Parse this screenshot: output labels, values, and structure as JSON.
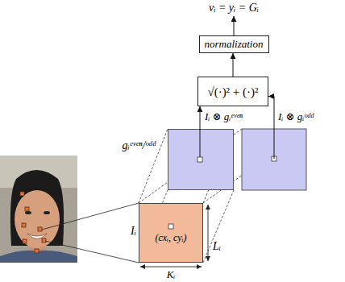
{
  "diagram": {
    "nodes": [
      {
        "text": [
          "normalization"
        ]
      },
      {
        "text": [
          "√(·)² + (·)²"
        ]
      },
      {
        "text": [
          "gᵢᵉᵛᵉⁿ/ᵒᵈᵈ"
        ]
      },
      {
        "text": [
          "Iᵢ",
          "(cxᵢ, cyᵢ)"
        ]
      }
    ],
    "edges": [
      {
        "from": 1,
        "to": 0,
        "arrow": "to"
      },
      {
        "from": 2,
        "to": 1,
        "arrow": "to",
        "label": "Iᵢ ⊗ gᵢᵉᵛᵉⁿ"
      }
    ],
    "labels": [
      "vᵢ = yᵢ = Gᵢ",
      "Iᵢ ⊗ gᵢᵒᵈᵈ",
      "Lᵢ",
      "Kᵢ"
    ]
  }
}
